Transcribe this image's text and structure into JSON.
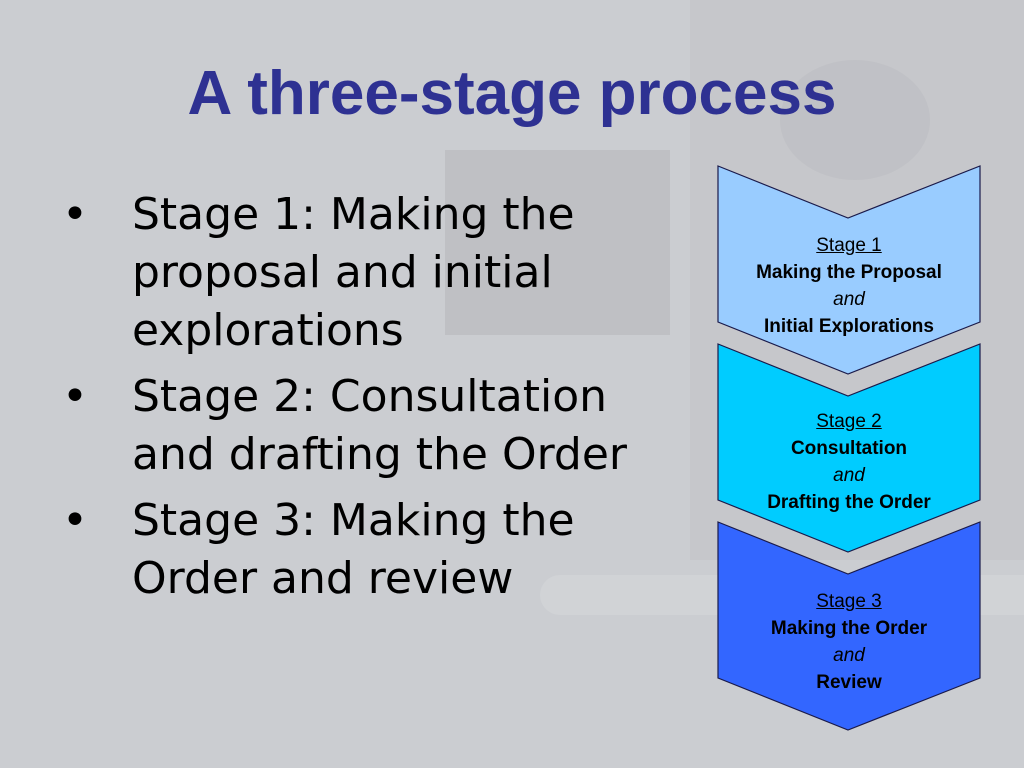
{
  "title": "A three-stage process",
  "bullets": [
    {
      "bullet": "•",
      "line1": "Stage 1: Making the",
      "line2": "proposal and initial",
      "line3": "explorations"
    },
    {
      "bullet": "•",
      "line1": "Stage 2: Consultation",
      "line2": "and drafting the Order"
    },
    {
      "bullet": "•",
      "line1": "Stage 3: Making the",
      "line2": "Order and review"
    }
  ],
  "stages": [
    {
      "label": "Stage 1",
      "primary": "Making the Proposal",
      "connector": "and",
      "secondary": "Initial Explorations",
      "color": "#99ccff"
    },
    {
      "label": "Stage 2",
      "primary": "Consultation",
      "connector": "and",
      "secondary": "Drafting the Order",
      "color": "#00ccff"
    },
    {
      "label": "Stage 3",
      "primary": "Making the Order",
      "connector": "and",
      "secondary": "Review",
      "color": "#3366ff"
    }
  ],
  "colors": {
    "title": "#2e3192",
    "background": "#cbcdd1"
  }
}
